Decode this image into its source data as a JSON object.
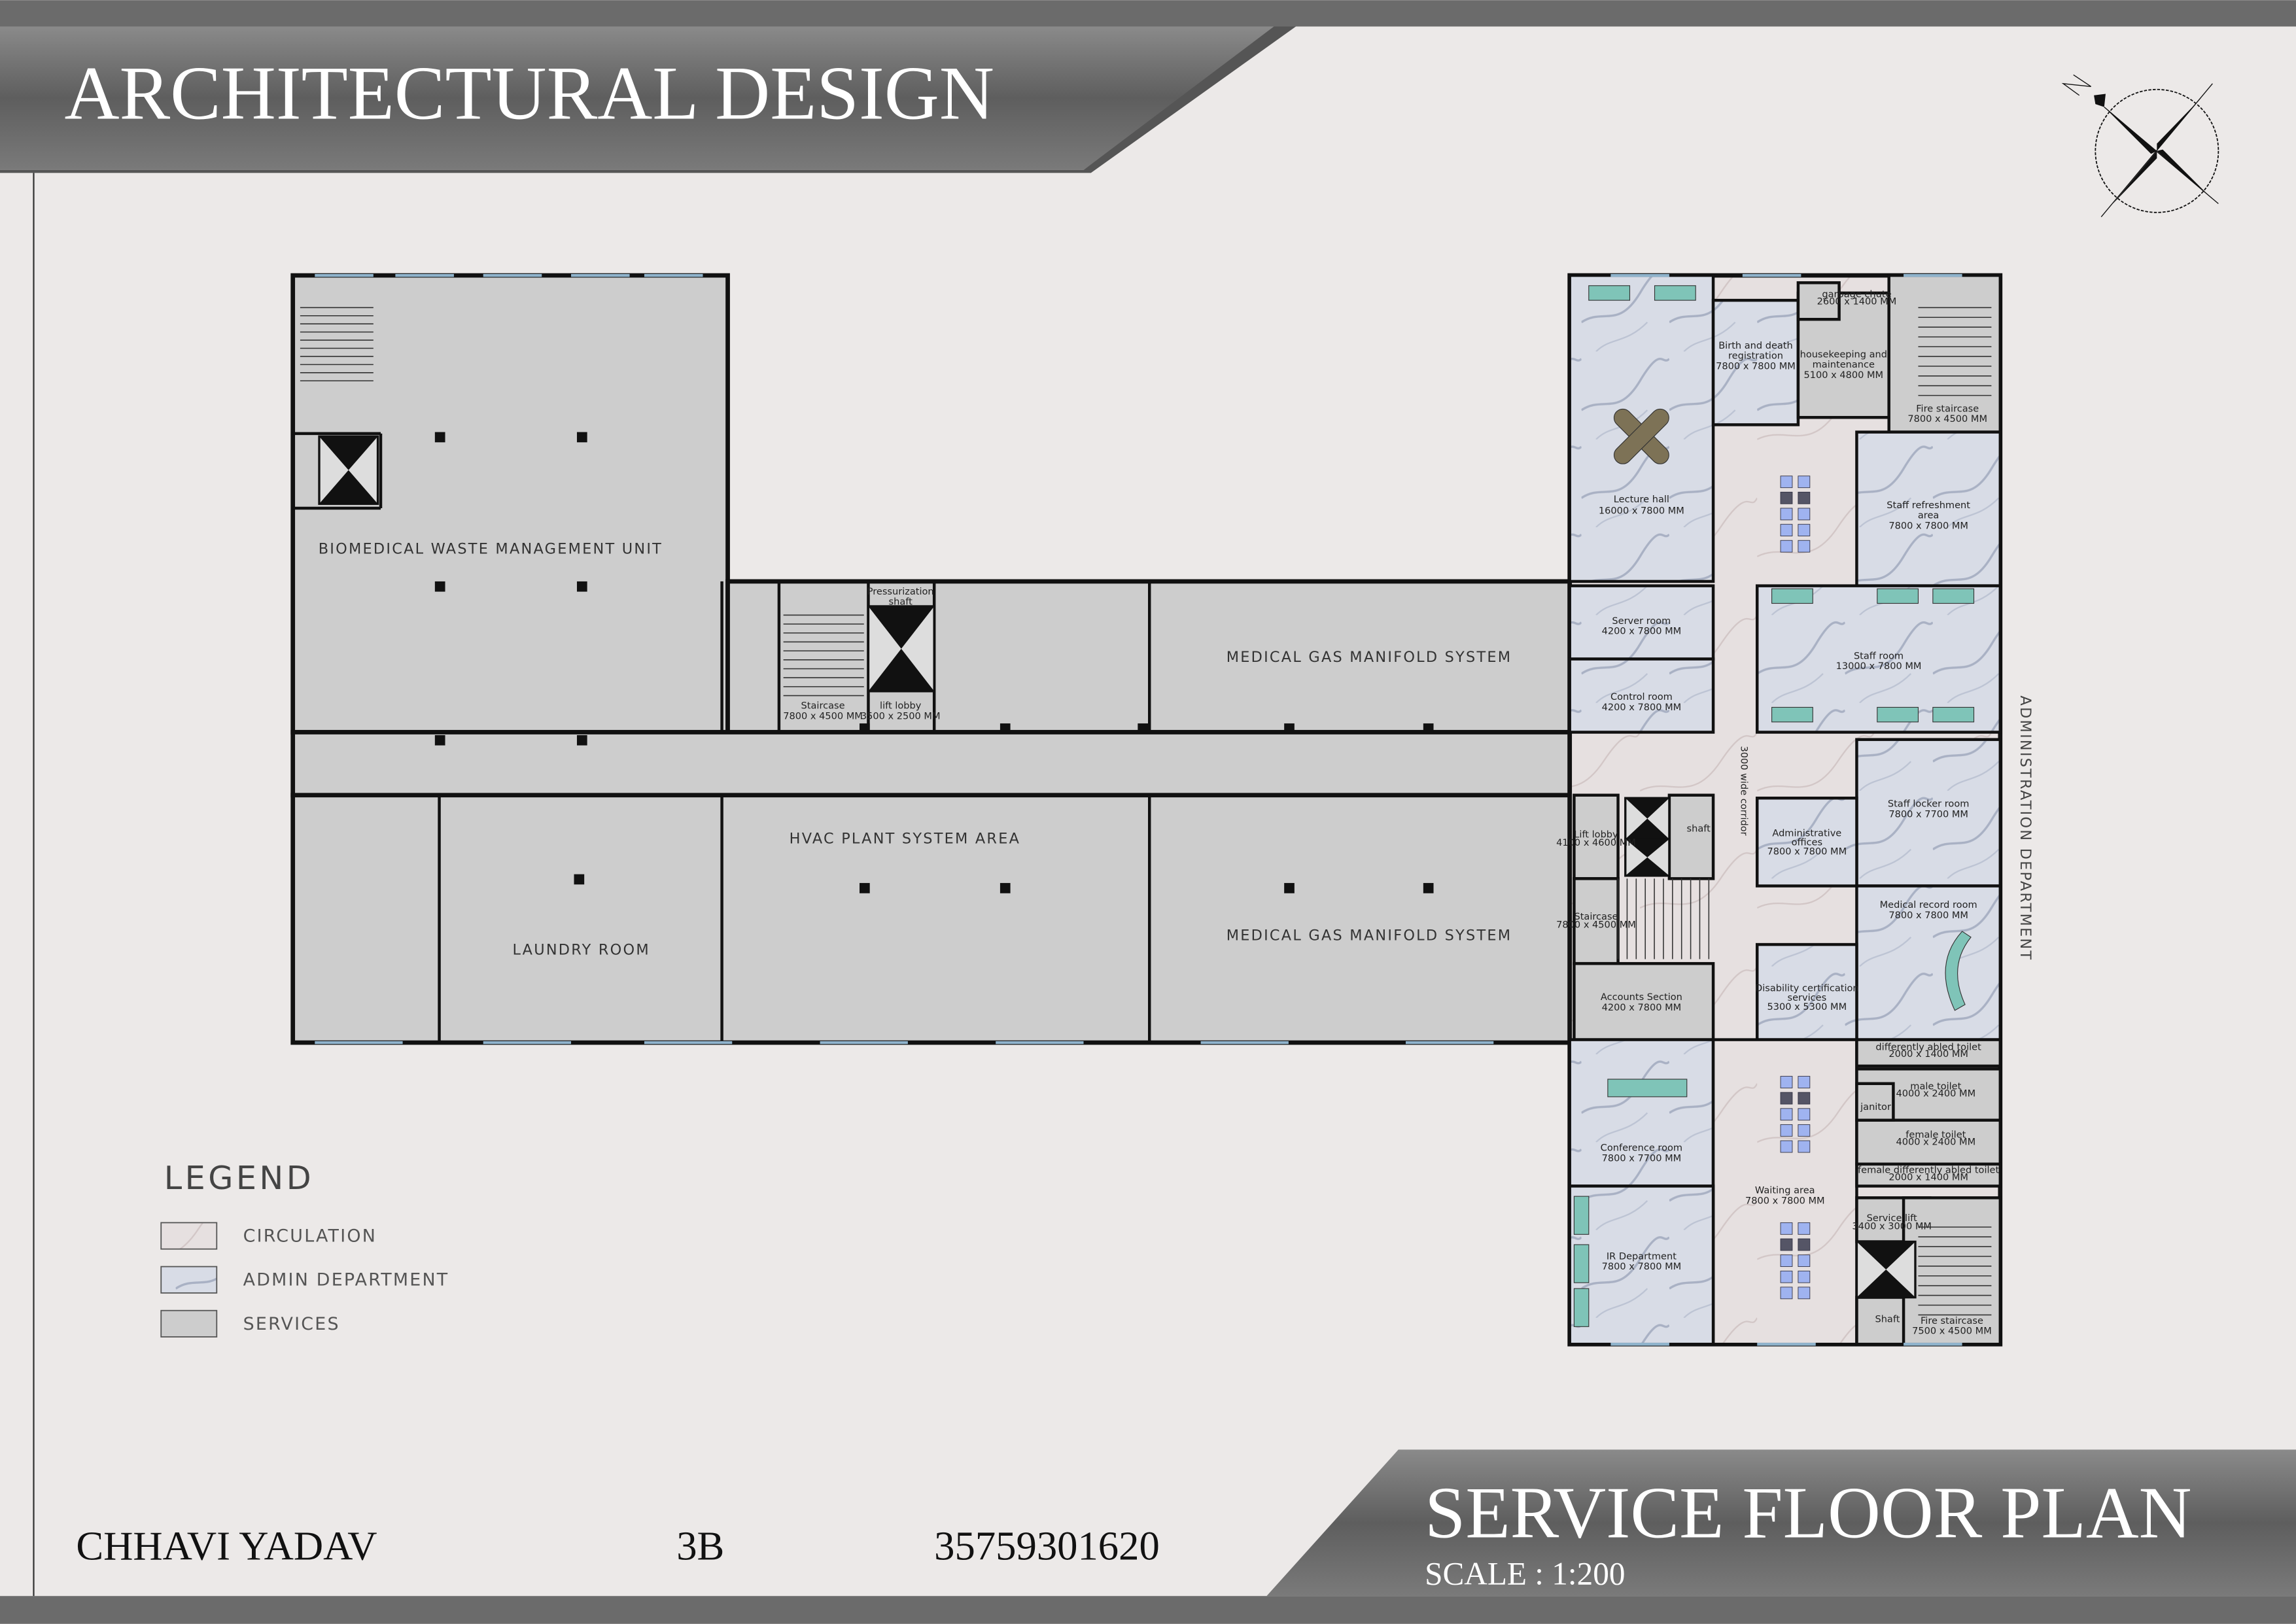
{
  "header": {
    "title": "ARCHITECTURAL DESIGN"
  },
  "footer": {
    "student_name": "CHHAVI YADAV",
    "class": "3B",
    "roll_number": "35759301620",
    "drawing_title": "SERVICE FLOOR PLAN",
    "scale": "SCALE : 1:200"
  },
  "compass": {
    "icon": "north-arrow-icon",
    "north_label": "N"
  },
  "legend": {
    "title": "LEGEND",
    "items": [
      {
        "label": "CIRCULATION",
        "color": "#e6dfe0"
      },
      {
        "label": "ADMIN DEPARTMENT",
        "color": "#d6dbe6"
      },
      {
        "label": "SERVICES",
        "color": "#cdcdcd"
      }
    ]
  },
  "side_label": "ADMINISTRATION DEPARTMENT",
  "colors": {
    "banner": "#6f6f6f",
    "banner_light": "#9a9a9a",
    "wall": "#111111",
    "window": "#8fb3cc",
    "page": "#ece9e8"
  },
  "service_zones": [
    "BIOMEDICAL WASTE MANAGEMENT UNIT",
    "MEDICAL GAS MANIFOLD SYSTEM",
    "HVAC PLANT SYSTEM AREA",
    "LAUNDRY ROOM",
    "MEDICAL GAS MANIFOLD SYSTEM"
  ],
  "rooms": [
    [
      "Pressurization",
      "shaft"
    ],
    [
      "Staircase",
      "7800 x 4500 MM"
    ],
    [
      "lift lobby",
      "3500 x 2500 MM"
    ],
    [
      "Lecture hall",
      "16000 x 7800 MM"
    ],
    [
      "Birth and death",
      "registration",
      "7800 x 7800 MM"
    ],
    [
      "housekeeping and",
      "maintenance",
      "5100 x 4800 MM"
    ],
    [
      "garbage chute",
      "2600 x 1400 MM"
    ],
    [
      "Fire staircase",
      "7800 x 4500 MM"
    ],
    [
      "Staff refreshment",
      "area",
      "7800 x 7800 MM"
    ],
    [
      "Server room",
      "4200 x 7800 MM"
    ],
    [
      "Control room",
      "4200 x 7800 MM"
    ],
    [
      "Staff room",
      "13000 x 7800 MM"
    ],
    [
      "Staff locker room",
      "7800 x 7700 MM"
    ],
    [
      "Administrative",
      "offices",
      "7800 x 7800 MM"
    ],
    [
      "Lift lobby",
      "4100 x 4600 MM"
    ],
    [
      "shaft"
    ],
    [
      "Staircase",
      "7800 x 4500 MM"
    ],
    [
      "Medical record room",
      "7800 x 7800 MM"
    ],
    [
      "Disability certification",
      "services",
      "5300 x 5300 MM"
    ],
    [
      "Accounts Section",
      "4200 x 7800 MM"
    ],
    [
      "Conference room",
      "7800 x 7700 MM"
    ],
    [
      "Waiting area",
      "7800 x 7800 MM"
    ],
    [
      "IR Department",
      "7800 x 7800 MM"
    ],
    [
      "Service lift",
      "3400 x 3000 MM"
    ],
    [
      "Shaft"
    ],
    [
      "Fire staircase",
      "7500 x 4500 MM"
    ],
    [
      "3000 wide corridor"
    ],
    [
      "differently abled toilet",
      "2000 x 1400 MM"
    ],
    [
      "male toilet",
      "4000 x 2400 MM"
    ],
    [
      "female toilet",
      "4000 x 2400 MM"
    ],
    [
      "janitor"
    ],
    [
      "female differently abled toilet",
      "2000 x 1400 MM"
    ]
  ]
}
